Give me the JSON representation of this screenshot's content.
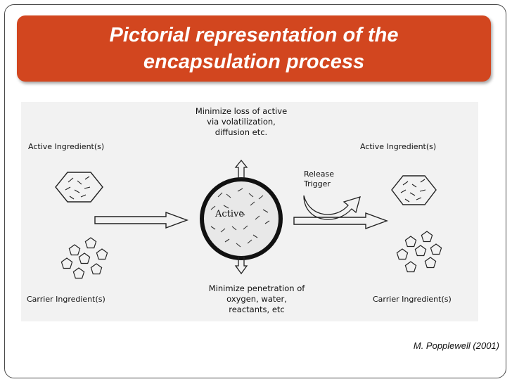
{
  "slide": {
    "title": "Pictorial representation of the encapsulation process",
    "citation": "M. Popplewell (2001)"
  },
  "diagram": {
    "top_caption": "Minimize loss of active\nvia volatilization,\ndiffusion etc.",
    "bottom_caption": "Minimize penetration of\noxygen, water,\nreactants, etc",
    "left_active_label": "Active Ingredient(s)",
    "left_carrier_label": "Carrier Ingredient(s)",
    "right_active_label": "Active Ingredient(s)",
    "right_carrier_label": "Carrier Ingredient(s)",
    "trigger_label": "Release\nTrigger",
    "capsule_label": "Active"
  },
  "colors": {
    "title_bg": "#d2461f",
    "title_text": "#ffffff",
    "panel_bg": "#f2f2f2"
  }
}
